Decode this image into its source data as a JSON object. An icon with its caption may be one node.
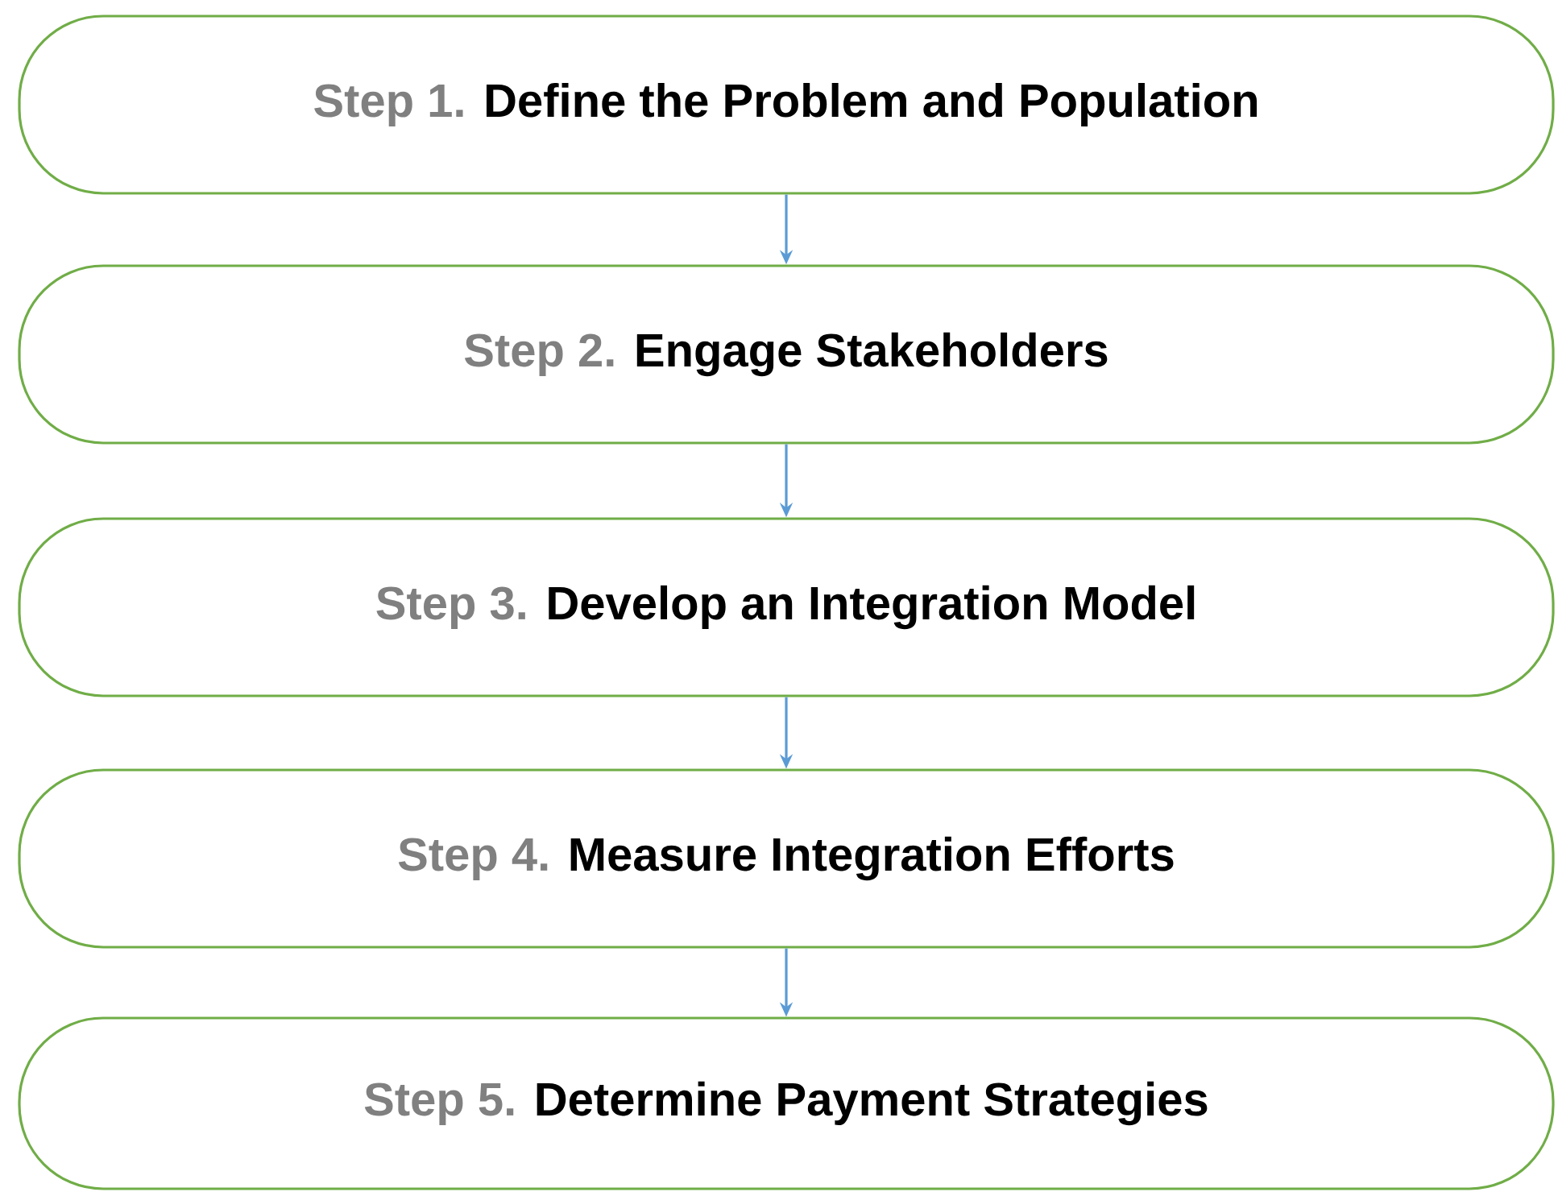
{
  "diagram": {
    "nodes": [
      {
        "text": [
          "Step 1.",
          "Define the Problem and Population"
        ]
      },
      {
        "text": [
          "Step 2.",
          "Engage Stakeholders"
        ]
      },
      {
        "text": [
          "Step 3.",
          "Develop an Integration Model"
        ]
      },
      {
        "text": [
          "Step 4.",
          "Measure Integration Efforts"
        ]
      },
      {
        "text": [
          "Step 5.",
          "Determine Payment Strategies"
        ]
      }
    ],
    "edges": [
      {
        "from": 0,
        "to": 1,
        "arrow": "to"
      },
      {
        "from": 1,
        "to": 2,
        "arrow": "to"
      },
      {
        "from": 2,
        "to": 3,
        "arrow": "to"
      },
      {
        "from": 3,
        "to": 4,
        "arrow": "to"
      }
    ]
  }
}
